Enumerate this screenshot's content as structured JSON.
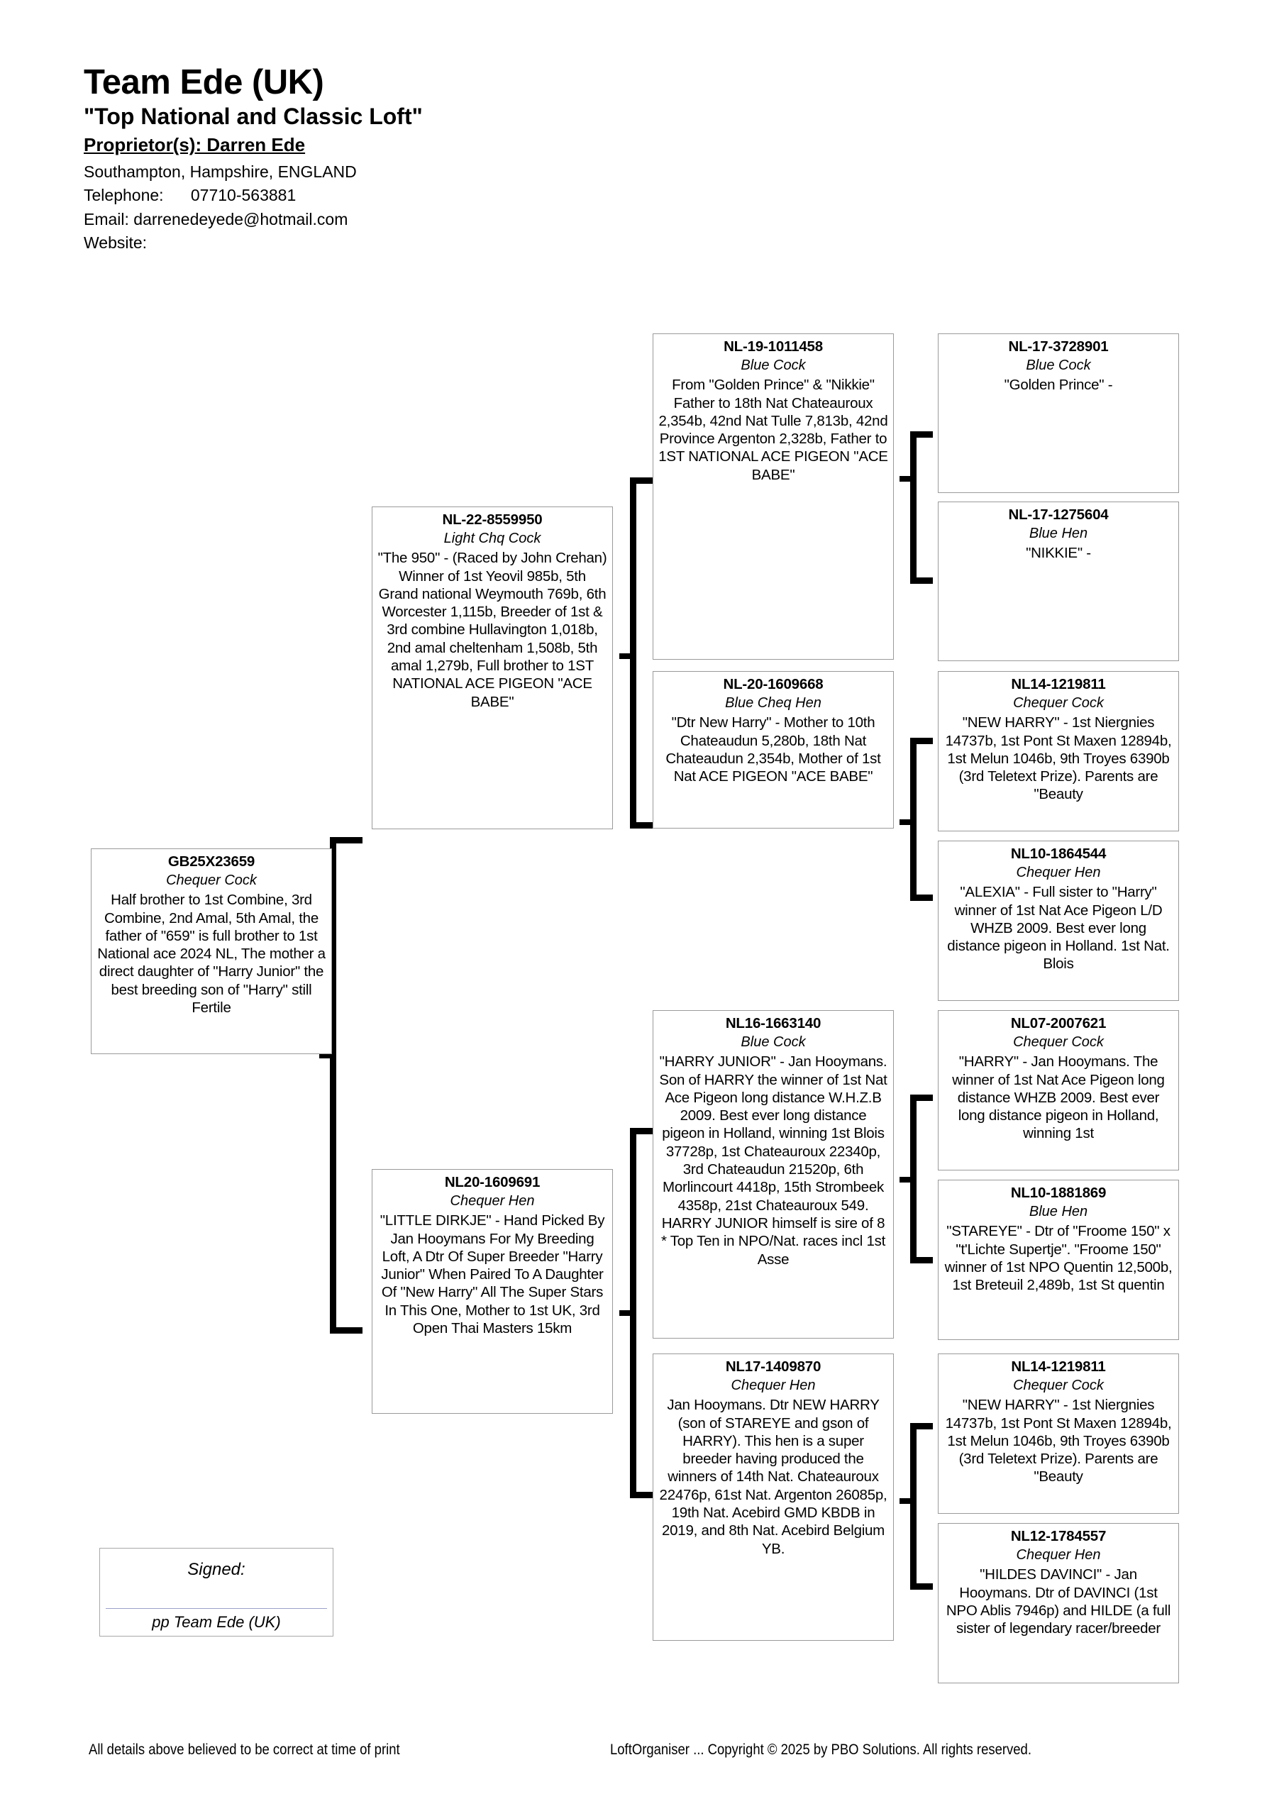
{
  "header": {
    "loft_name": "Team Ede (UK)",
    "tagline": "\"Top National and Classic Loft\"",
    "proprietor": "Proprietor(s): Darren Ede",
    "address": "Southampton, Hampshire, ENGLAND",
    "telephone": "Telephone:      07710-563881",
    "email": "Email: darrenedeyede@hotmail.com",
    "website": "Website:"
  },
  "pedigree": {
    "subject": {
      "ring": "GB25X23659",
      "colour": "Chequer Cock",
      "notes": "Half brother to 1st Combine, 3rd Combine, 2nd Amal, 5th Amal, the father of \"659\" is full brother to 1st National ace 2024 NL, The mother a direct daughter of \"Harry Junior\" the best breeding son of \"Harry\" still Fertile"
    },
    "sire": {
      "ring": "NL-22-8559950",
      "colour": "Light Chq Cock",
      "notes": "\"The 950\" - (Raced by John Crehan) Winner of 1st Yeovil 985b, 5th Grand national Weymouth 769b, 6th Worcester 1,115b, Breeder of 1st & 3rd combine Hullavington 1,018b, 2nd amal cheltenham 1,508b, 5th amal 1,279b, Full brother to 1ST NATIONAL ACE PIGEON \"ACE BABE\""
    },
    "dam": {
      "ring": "NL20-1609691",
      "colour": "Chequer Hen",
      "notes": "\"LITTLE DIRKJE\" - Hand Picked By Jan Hooymans For My Breeding Loft, A Dtr Of Super Breeder \"Harry Junior\" When Paired To A Daughter Of \"New Harry\" All The Super Stars In This One, Mother to 1st UK, 3rd Open Thai Masters 15km"
    },
    "sire_sire": {
      "ring": "NL-19-1011458",
      "colour": "Blue Cock",
      "notes": "From \"Golden Prince\" & \"Nikkie\" Father to 18th Nat Chateauroux 2,354b, 42nd Nat Tulle 7,813b, 42nd Province Argenton 2,328b, Father to 1ST NATIONAL ACE PIGEON \"ACE BABE\""
    },
    "sire_dam": {
      "ring": "NL-20-1609668",
      "colour": "Blue Cheq Hen",
      "notes": "\"Dtr New Harry\" - Mother to 10th Chateaudun 5,280b, 18th Nat Chateaudun 2,354b, Mother of 1st Nat ACE PIGEON \"ACE BABE\""
    },
    "dam_sire": {
      "ring": "NL16-1663140",
      "colour": "Blue Cock",
      "notes": "\"HARRY JUNIOR\" - Jan Hooymans. Son of HARRY the winner of 1st Nat Ace Pigeon long distance W.H.Z.B 2009. Best ever long distance pigeon in Holland, winning 1st Blois 37728p, 1st Chateauroux 22340p, 3rd Chateaudun 21520p, 6th Morlincourt 4418p, 15th Strombeek 4358p, 21st Chateauroux 549. HARRY JUNIOR himself is sire of 8 * Top Ten in NPO/Nat. races incl 1st Asse"
    },
    "dam_dam": {
      "ring": "NL17-1409870",
      "colour": "Chequer Hen",
      "notes": "Jan Hooymans. Dtr NEW HARRY (son of STAREYE and gson of HARRY). This hen is a super breeder having produced the winners of 14th Nat. Chateauroux 22476p, 61st Nat. Argenton 26085p, 19th Nat. Acebird GMD KBDB in 2019, and 8th Nat. Acebird Belgium YB."
    },
    "ss_sire": {
      "ring": "NL-17-3728901",
      "colour": "Blue Cock",
      "notes": "\"Golden Prince\" -"
    },
    "ss_dam": {
      "ring": "NL-17-1275604",
      "colour": "Blue Hen",
      "notes": "\"NIKKIE\" -"
    },
    "sd_sire": {
      "ring": "NL14-1219811",
      "colour": "Chequer Cock",
      "notes": "\"NEW HARRY\" - 1st Niergnies 14737b, 1st Pont St Maxen 12894b, 1st Melun 1046b, 9th Troyes 6390b (3rd Teletext Prize). Parents are \"Beauty"
    },
    "sd_dam": {
      "ring": "NL10-1864544",
      "colour": "Chequer Hen",
      "notes": "\"ALEXIA\" - Full sister to \"Harry\" winner of 1st Nat Ace Pigeon L/D  WHZB 2009. Best ever long distance pigeon in Holland. 1st Nat. Blois"
    },
    "ds_sire": {
      "ring": "NL07-2007621",
      "colour": "Chequer Cock",
      "notes": "\"HARRY\" - Jan Hooymans. The winner of 1st Nat Ace Pigeon long distance WHZB 2009. Best ever long distance pigeon in Holland, winning 1st"
    },
    "ds_dam": {
      "ring": "NL10-1881869",
      "colour": "Blue Hen",
      "notes": "\"STAREYE\" - Dtr of \"Froome 150\" x \"t'Lichte Supertje\". \"Froome 150\" winner of 1st NPO Quentin 12,500b, 1st Breteuil 2,489b, 1st St quentin"
    },
    "dd_sire": {
      "ring": "NL14-1219811",
      "colour": "Chequer Cock",
      "notes": "\"NEW HARRY\" - 1st Niergnies 14737b, 1st Pont St Maxen 12894b, 1st Melun 1046b, 9th Troyes 6390b (3rd Teletext Prize). Parents are \"Beauty"
    },
    "dd_dam": {
      "ring": "NL12-1784557",
      "colour": "Chequer Hen",
      "notes": "\"HILDES DAVINCI\" - Jan Hooymans. Dtr of DAVINCI (1st NPO Ablis 7946p) and HILDE (a full sister of legendary racer/breeder"
    }
  },
  "signature": {
    "signed_label": "Signed:",
    "signed_by": "pp Team Ede (UK)"
  },
  "footer": {
    "left": "All details above believed to be correct at time of print",
    "right": "LoftOrganiser ... Copyright © 2025 by PBO Solutions. All rights reserved."
  }
}
